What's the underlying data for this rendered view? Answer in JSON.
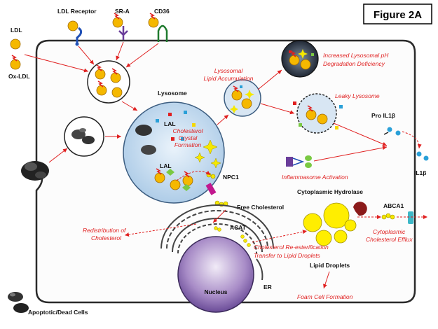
{
  "figure_label": "Figure 2A",
  "particles": {
    "ldl": "LDL",
    "ox_ldl": "Ox-LDL"
  },
  "receptors": {
    "ldl_receptor": "LDL Receptor",
    "sr_a": "SR-A",
    "cd36": "CD36"
  },
  "organelles": {
    "lysosome": "Lysosome",
    "lal": "LAL",
    "npc1": "NPC1",
    "acat": "ACAT",
    "nucleus": "Nucleus",
    "er": "ER",
    "lipid_droplets": "Lipid Droplets",
    "cytoplasmic_hydrolase": "Cytoplasmic Hydrolase",
    "abca1": "ABCA1",
    "free_cholesterol": "Free Cholesterol",
    "pro_il1b": "Pro IL1β",
    "il1b": "IL1β"
  },
  "processes": {
    "cholesterol_crystal_line1": "Cholesterol",
    "cholesterol_crystal_line2": "Crystal",
    "cholesterol_crystal_line3": "Formation",
    "lysosomal_lipid_line1": "Lysosomal",
    "lysosomal_lipid_line2": "Lipid Accumulation",
    "ph_line1": "Increased Lysosomal pH",
    "ph_line2": "Degradation Deficiency",
    "leaky": "Leaky Lysosome",
    "inflammasome": "Inflammasome Activation",
    "redistribution_line1": "Redistribution of",
    "redistribution_line2": "Cholesterol",
    "reesterification_line1": "Cholesterol Re-esterification",
    "reesterification_line2": "Transfer to Lipid Droplets",
    "efflux_line1": "Cytoplasmic",
    "efflux_line2": "Cholesterol Efflux",
    "foam": "Foam Cell Formation"
  },
  "apoptotic": "Apoptotic/Dead Cells",
  "colors": {
    "ldl_fill": "#f5b800",
    "ox_mark": "#e02020",
    "arrow": "#e02020",
    "lysosome_fill": "#c4dcf0",
    "droplet_fill": "#ffee00",
    "nucleus_fill": "#7a5aa8",
    "receptor_ldl": "#1f4fb5",
    "receptor_sra": "#6a3d9a",
    "receptor_cd36": "#1f7a2e",
    "npc1": "#c2188f",
    "abca1": "#3db8c8",
    "hydrolase": "#8b1a1a"
  }
}
